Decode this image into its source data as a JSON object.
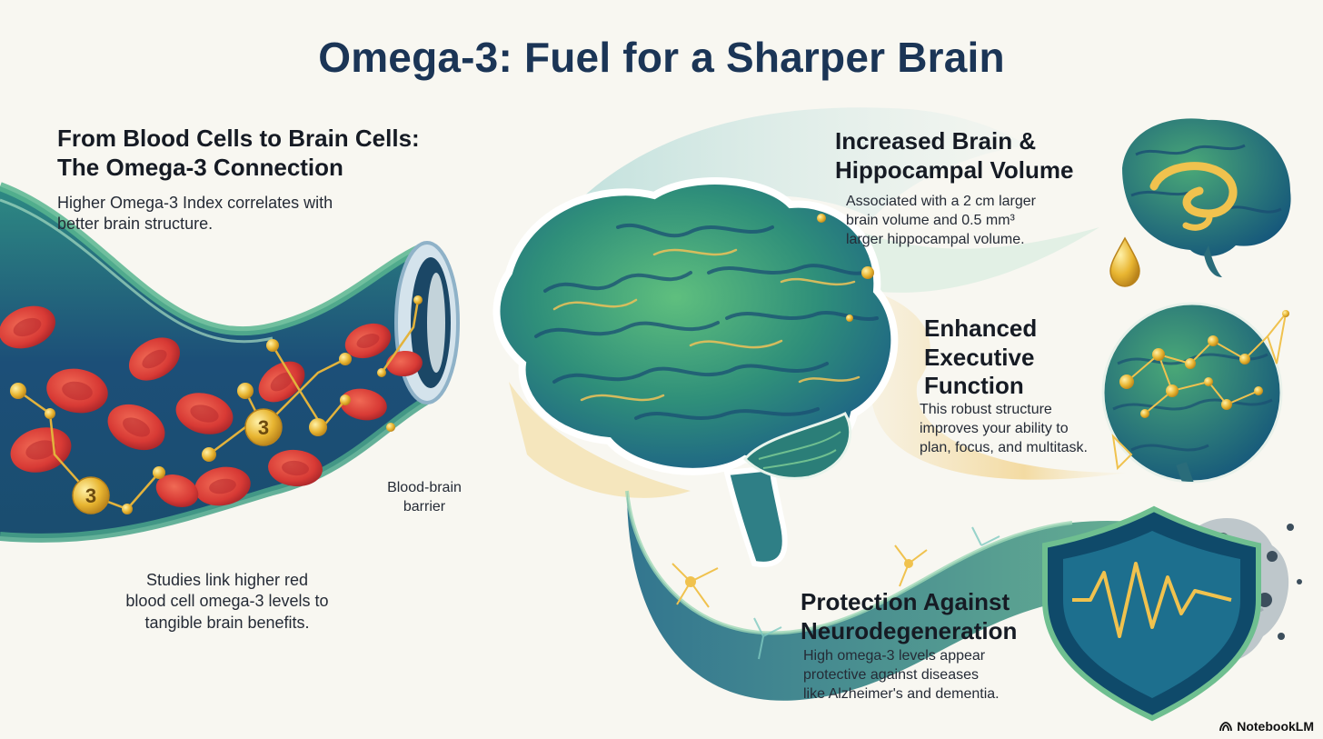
{
  "title": "Omega-3: Fuel for a Sharper Brain",
  "left_section": {
    "heading_line1": "From Blood Cells to Brain Cells:",
    "heading_line2": "The Omega-3 Connection",
    "text_line1": "Higher Omega-3 Index correlates with",
    "text_line2": "better brain structure.",
    "molecule_label": "3"
  },
  "barrier": {
    "label_line1": "Blood-brain",
    "label_line2": "barrier"
  },
  "bottom_left": {
    "text_line1": "Studies link higher red",
    "text_line2": "blood cell omega-3 levels to",
    "text_line3": "tangible brain benefits."
  },
  "benefits": {
    "volume": {
      "heading_line1": "Increased Brain &",
      "heading_line2": "Hippocampal Volume",
      "text_line1": "Associated with a 2 cm larger",
      "text_line2": "brain volume and 0.5 mm³",
      "text_line3": "larger hippocampal volume."
    },
    "executive": {
      "heading_line1": "Enhanced",
      "heading_line2": "Executive",
      "heading_line3": "Function",
      "text_line1": "This robust structure",
      "text_line2": "improves your ability to",
      "text_line3": "plan, focus, and multitask."
    },
    "protection": {
      "heading_line1": "Protection Against",
      "heading_line2": "Neurodegeneration",
      "text_line1": "High omega-3 levels appear",
      "text_line2": "protective against diseases",
      "text_line3": "like Alzheimer's and dementia."
    }
  },
  "brand": "NotebookLM",
  "colors": {
    "title": "#1b3556",
    "vessel": "#1f5f80",
    "red_cell": "#d83a35",
    "omega": "#e8b531",
    "brain_green": "#3b9a73",
    "brain_teal": "#1e6f8a"
  }
}
